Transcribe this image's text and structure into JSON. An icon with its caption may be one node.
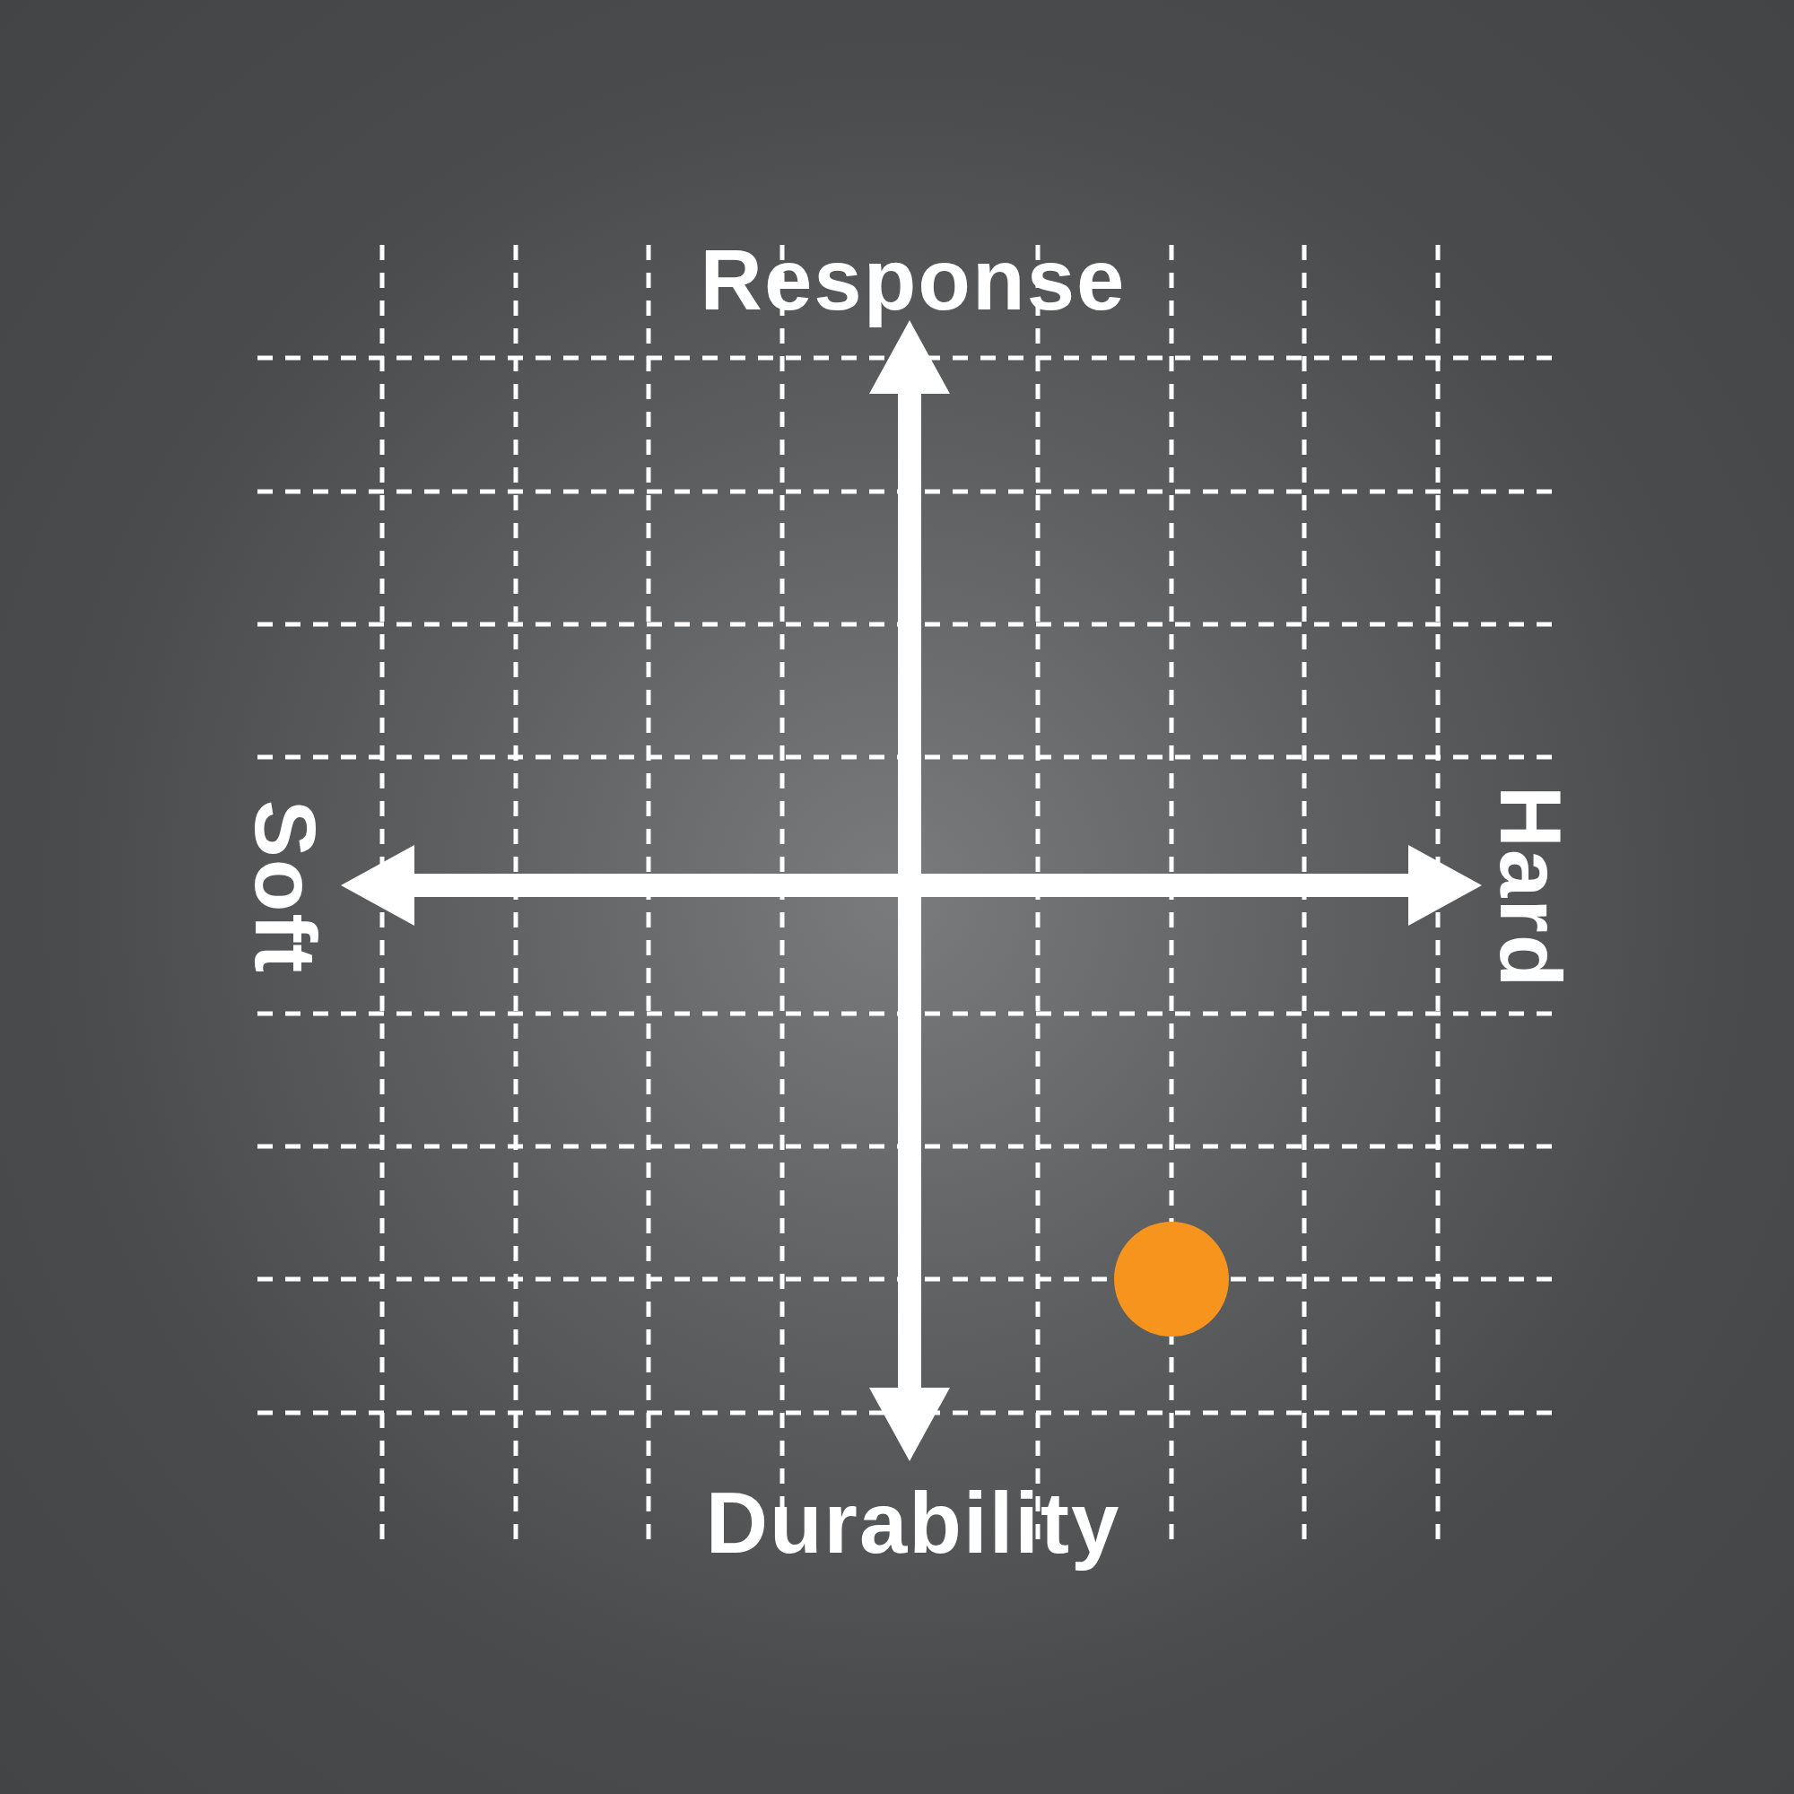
{
  "diagram": {
    "labels": [
      "Response",
      "Soft",
      "Hard",
      "Durability"
    ]
  }
}
